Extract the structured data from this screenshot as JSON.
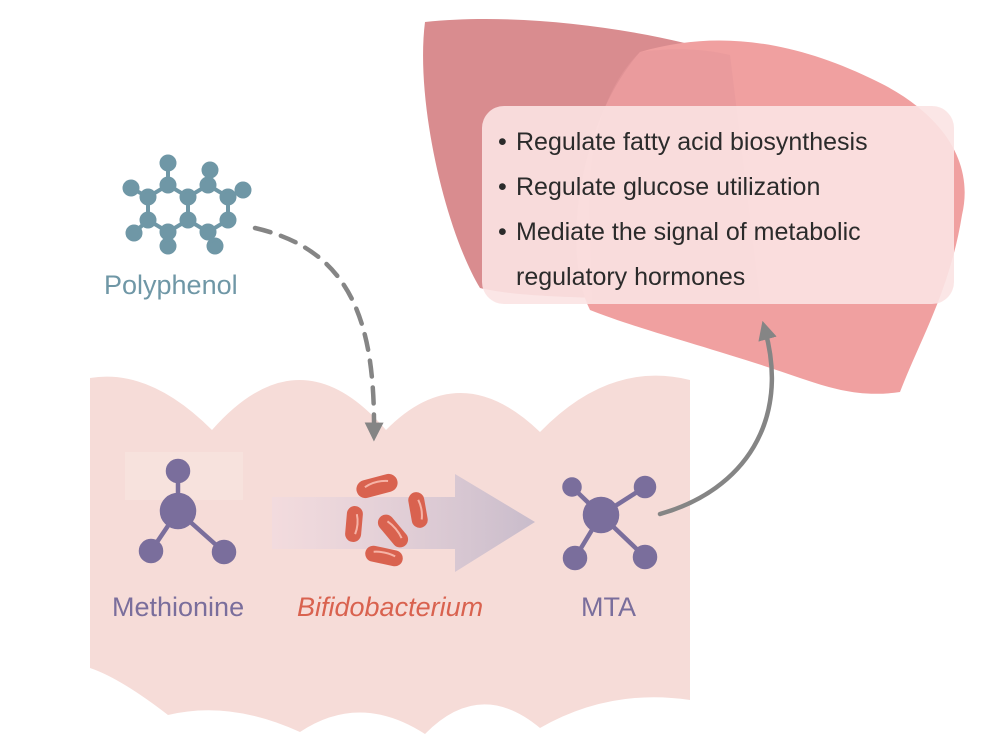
{
  "labels": {
    "polyphenol": "Polyphenol",
    "methionine": "Methionine",
    "bifidobacterium": "Bifidobacterium",
    "mta": "MTA"
  },
  "liver_effects": {
    "bullet": "•",
    "items": [
      "Regulate fatty acid biosynthesis",
      "Regulate glucose utilization",
      "Mediate the signal of metabolic regulatory hormones"
    ]
  },
  "colors": {
    "intestine": "#f6dcd8",
    "liver_dark": "#d98c8f",
    "liver_light": "#f0a0a0",
    "text_box": "#fbe3e3",
    "polyphenol": "#6f97a6",
    "molecule": "#7a6e9c",
    "bacteria": "#d9624f",
    "arrow": "#858585"
  },
  "icons": {
    "polyphenol": "polyphenol-molecule-icon",
    "methionine": "methionine-molecule-icon",
    "mta": "mta-molecule-icon",
    "bacteria": "bacteria-icon"
  }
}
